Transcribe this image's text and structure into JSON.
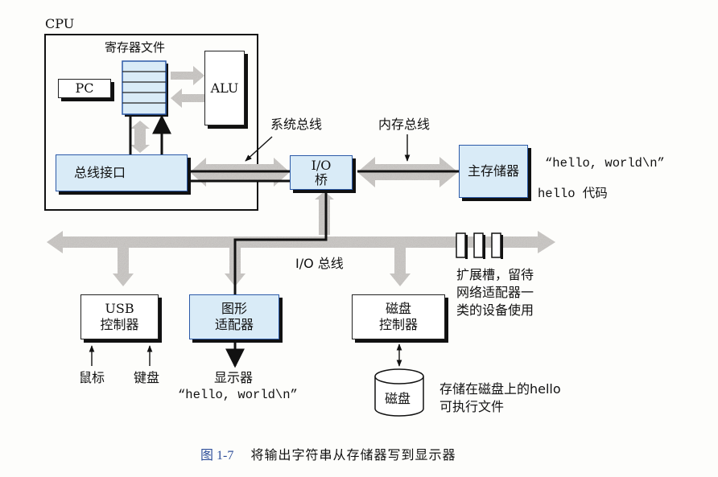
{
  "figure": {
    "number": "图 1-7",
    "title": "将输出字符串从存储器写到显示器",
    "accent_color": "#2f4f9a",
    "box_fill_highlight": "#d9ebf7",
    "box_border_highlight": "#2c5aa8"
  },
  "cpu": {
    "label": "CPU",
    "register_file_label": "寄存器文件",
    "pc_label": "PC",
    "alu_label": "ALU",
    "bus_interface_label": "总线接口"
  },
  "buses": {
    "system_bus": "系统总线",
    "memory_bus": "内存总线",
    "io_bus": "I/O 总线"
  },
  "io_bridge": {
    "line1": "I/O",
    "line2": "桥"
  },
  "main_memory": {
    "label": "主存储器",
    "contents": [
      "“hello, world\\n”",
      "hello 代码"
    ]
  },
  "devices": {
    "usb": {
      "line1": "USB",
      "line2": "控制器",
      "inputs": [
        "鼠标",
        "键盘"
      ]
    },
    "graphics": {
      "line1": "图形",
      "line2": "适配器",
      "output": "显示器",
      "output_text": "“hello, world\\n”"
    },
    "disk_controller": {
      "line1": "磁盘",
      "line2": "控制器"
    },
    "disk": {
      "label": "磁盘",
      "note_line1": "存储在磁盘上的hello",
      "note_line2": "可执行文件"
    },
    "expansion_slots": {
      "count": 3,
      "note": [
        "扩展槽，留待",
        "网络适配器一",
        "类的设备使用"
      ]
    }
  }
}
